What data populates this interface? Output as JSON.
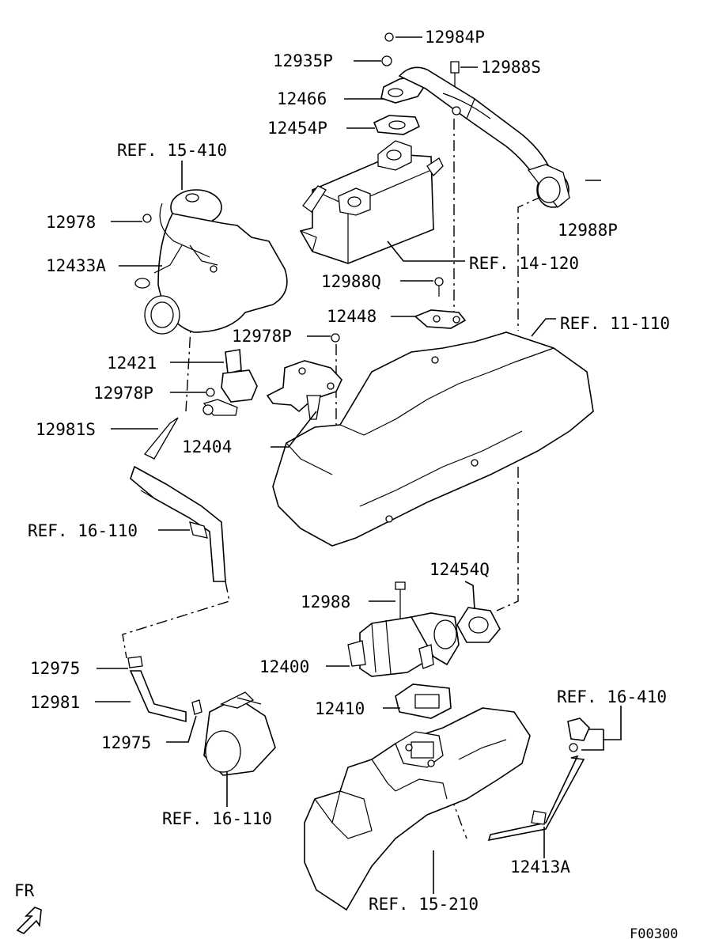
{
  "diagram": {
    "labels": {
      "p12984P": "12984P",
      "p12935P": "12935P",
      "p12988S": "12988S",
      "p12466": "12466",
      "p12454P": "12454P",
      "ref15_410": "REF. 15-410",
      "p12978": "12978",
      "p12988P": "12988P",
      "p12433A": "12433A",
      "ref14_120": "REF. 14-120",
      "p12988Q": "12988Q",
      "p12448": "12448",
      "ref11_110": "REF. 11-110",
      "p12978P_a": "12978P",
      "p12421": "12421",
      "p12978P_b": "12978P",
      "p12981S": "12981S",
      "p12404": "12404",
      "ref16_110_a": "REF. 16-110",
      "p12454Q": "12454Q",
      "p12988": "12988",
      "p12975_a": "12975",
      "p12400": "12400",
      "p12981": "12981",
      "ref16_410": "REF. 16-410",
      "p12410": "12410",
      "p12975_b": "12975",
      "ref16_110_b": "REF. 16-110",
      "p12413A": "12413A",
      "ref15_210": "REF. 15-210",
      "fr": "FR",
      "code": "F00300"
    }
  }
}
